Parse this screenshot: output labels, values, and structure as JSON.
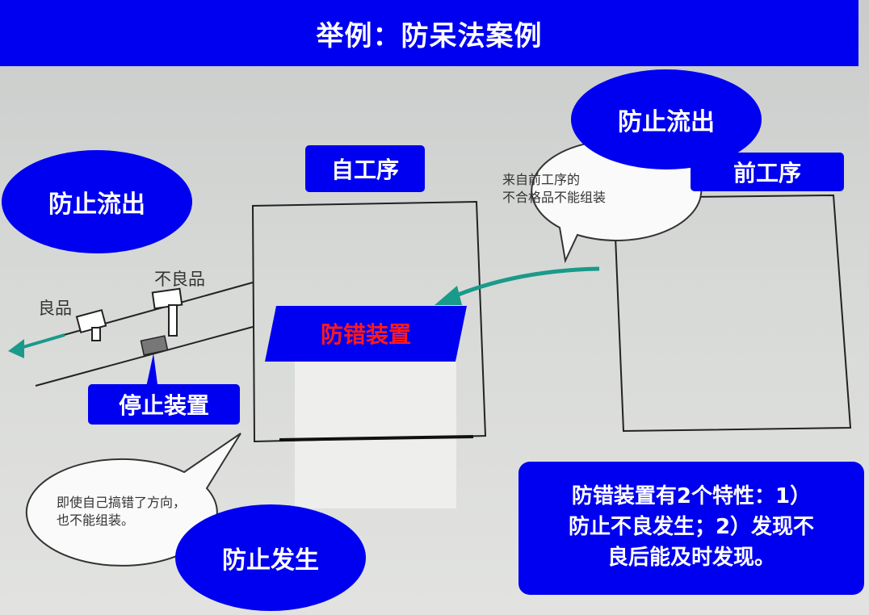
{
  "title": "举例：防呆法案例",
  "labels": {
    "prevent_outflow_top": "防止流出",
    "prevent_outflow_left": "防止流出",
    "self_process": "自工序",
    "prev_process": "前工序",
    "error_proof_device": "防错装置",
    "stop_device": "停止装置",
    "prevent_occurrence": "防止发生",
    "good_product": "良品",
    "defective_product": "不良品"
  },
  "bubbles": {
    "upper": [
      "来自前工序的",
      "不合格品不能组装"
    ],
    "lower": [
      "即使自己搞错了方向，",
      "也不能组装。"
    ]
  },
  "info_box": {
    "lines": [
      "防错装置有2个特性：1）",
      "防止不良发生；2）发现不",
      "良后能及时发现。"
    ]
  },
  "colors": {
    "banner_blue": "#0000f0",
    "arrow_teal": "#1a9a8a",
    "device_text_red": "#ff1a1a"
  }
}
